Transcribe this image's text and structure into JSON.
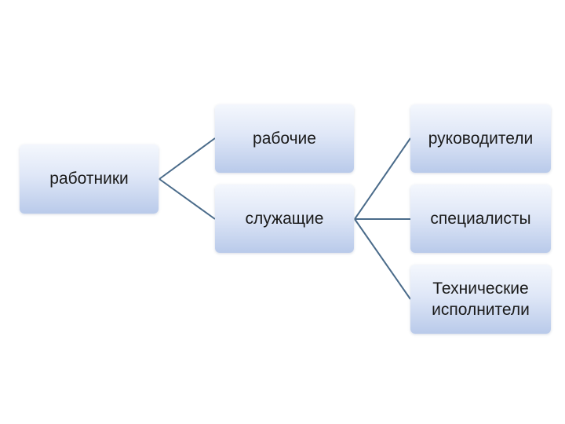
{
  "diagram": {
    "nodes": {
      "root": "работники",
      "workers": "рабочие",
      "employees": "служащие",
      "managers": "руководители",
      "specialists": "специалисты",
      "technical": "Технические\nисполнители"
    },
    "connector_color": "#4a6b8a"
  }
}
